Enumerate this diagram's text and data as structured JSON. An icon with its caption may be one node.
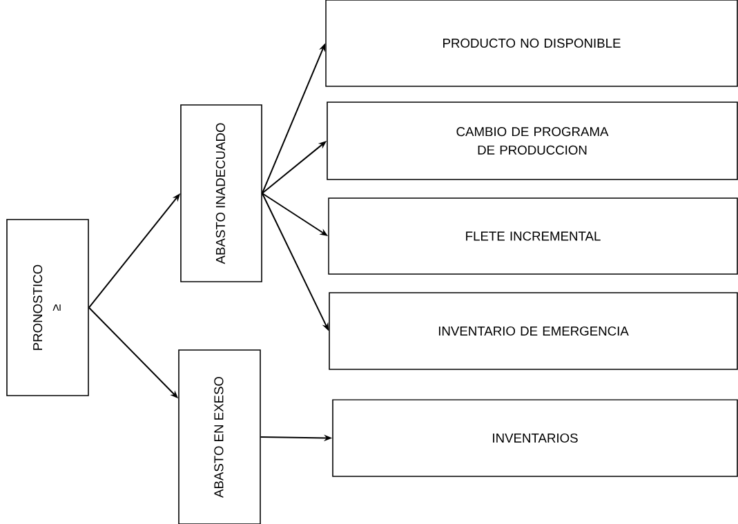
{
  "diagram": {
    "nodes": [
      {
        "text": [
          "PRONOSTICO",
          "≥"
        ]
      },
      {
        "text": [
          "ABASTO INADECUADO"
        ]
      },
      {
        "text": [
          "ABASTO EN EXESO"
        ]
      },
      {
        "text": [
          "PRODUCTO NO DISPONIBLE"
        ]
      },
      {
        "text": [
          "CAMBIO DE PROGRAMA DE PRODUCCION"
        ]
      },
      {
        "text": [
          "FLETE INCREMENTAL"
        ]
      },
      {
        "text": [
          "INVENTARIO DE EMERGENCIA"
        ]
      },
      {
        "text": [
          "INVENTARIOS"
        ]
      }
    ],
    "edges": [
      {
        "from": 0,
        "to": 1,
        "arrow": "to"
      },
      {
        "from": 0,
        "to": 2,
        "arrow": "to"
      },
      {
        "from": 1,
        "to": 3,
        "arrow": "to"
      },
      {
        "from": 1,
        "to": 4,
        "arrow": "to"
      },
      {
        "from": 1,
        "to": 5,
        "arrow": "to"
      },
      {
        "from": 1,
        "to": 6,
        "arrow": "to"
      },
      {
        "from": 2,
        "to": 7,
        "arrow": "to"
      }
    ]
  }
}
